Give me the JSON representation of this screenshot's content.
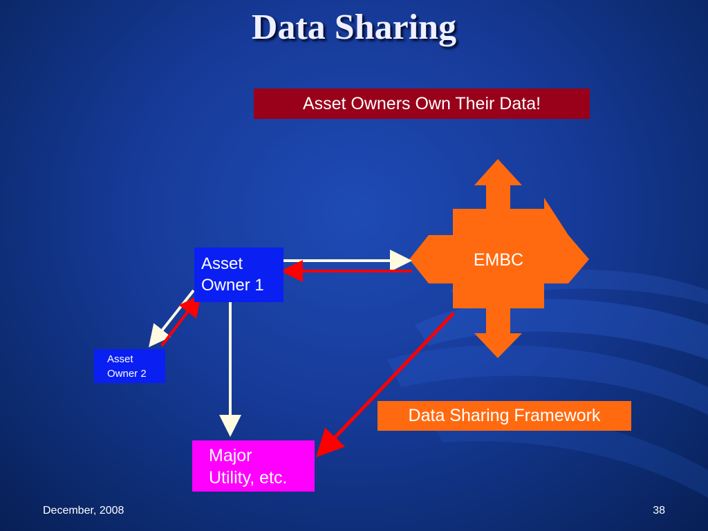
{
  "slide": {
    "title": "Data Sharing",
    "banner": "Asset Owners Own Their Data!",
    "footer_date": "December, 2008",
    "page_number": "38"
  },
  "diagram": {
    "asset_owner_1": [
      "Asset",
      "Owner 1"
    ],
    "asset_owner_2": [
      "Asset",
      "Owner 2"
    ],
    "embc": "EMBC",
    "major_utility": [
      "Major",
      "Utility, etc."
    ],
    "framework_label": "Data Sharing Framework"
  },
  "colors": {
    "background": "#163a98",
    "banner": "#99001a",
    "asset_owner_box": "#0a1ff2",
    "embc_shape": "#ff6a10",
    "utility_box": "#ff00ff",
    "framework_box": "#ff6a10",
    "arrow_light": "#fffbe0",
    "arrow_red": "#ff0000"
  }
}
